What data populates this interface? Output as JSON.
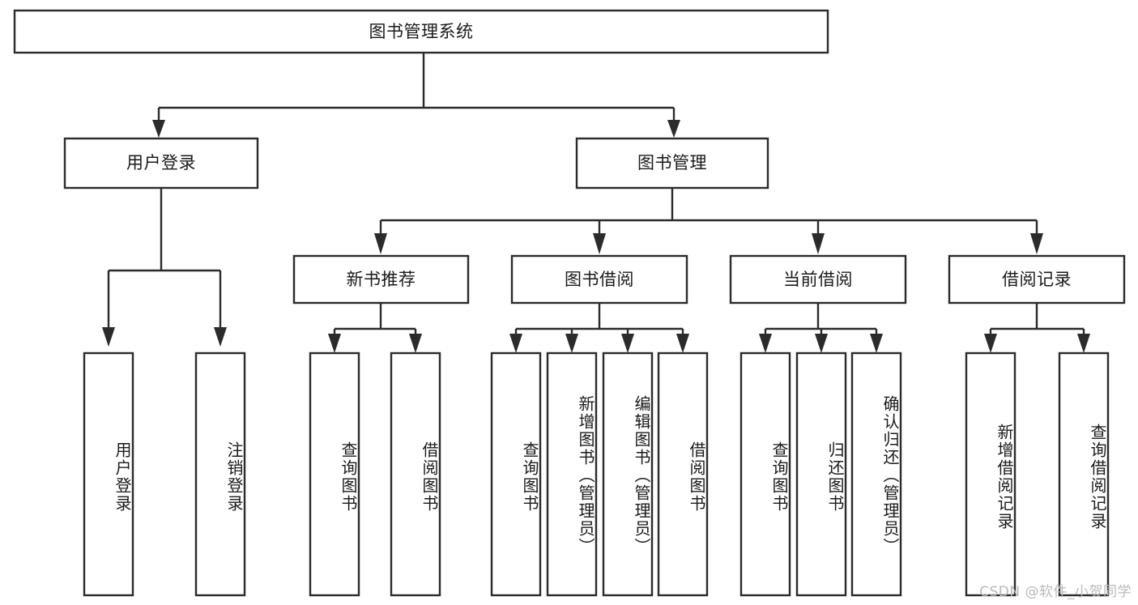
{
  "diagram": {
    "type": "tree-hierarchy-chart",
    "title": "图书管理系统",
    "background_color": "#ffffff",
    "line_color": "#2b2b2b",
    "box_fill": "#ffffff",
    "levels": {
      "root": {
        "label": "图书管理系统"
      },
      "level2": [
        {
          "id": "user-login",
          "label": "用户登录"
        },
        {
          "id": "book-management",
          "label": "图书管理"
        }
      ],
      "level3": [
        {
          "id": "new-book-recommend",
          "label": "新书推荐",
          "parent": "book-management"
        },
        {
          "id": "book-borrow",
          "label": "图书借阅",
          "parent": "book-management"
        },
        {
          "id": "current-borrow",
          "label": "当前借阅",
          "parent": "book-management"
        },
        {
          "id": "borrow-record",
          "label": "借阅记录",
          "parent": "book-management"
        }
      ],
      "leaves": [
        {
          "id": "leaf-user-login",
          "label": "用户登录",
          "parent": "user-login"
        },
        {
          "id": "leaf-logout-login",
          "label": "注销登录",
          "parent": "user-login"
        },
        {
          "id": "leaf-query-book-1",
          "label": "查询图书",
          "parent": "new-book-recommend"
        },
        {
          "id": "leaf-borrow-book-1",
          "label": "借阅图书",
          "parent": "new-book-recommend"
        },
        {
          "id": "leaf-query-book-2",
          "label": "查询图书",
          "parent": "book-borrow"
        },
        {
          "id": "leaf-add-book",
          "label": "新增图书（管理员）",
          "parent": "book-borrow"
        },
        {
          "id": "leaf-edit-book",
          "label": "编辑图书（管理员）",
          "parent": "book-borrow"
        },
        {
          "id": "leaf-borrow-book-2",
          "label": "借阅图书",
          "parent": "book-borrow"
        },
        {
          "id": "leaf-query-book-3",
          "label": "查询图书",
          "parent": "current-borrow"
        },
        {
          "id": "leaf-return-book",
          "label": "归还图书",
          "parent": "current-borrow"
        },
        {
          "id": "leaf-confirm-return",
          "label": "确认归还（管理员）",
          "parent": "current-borrow"
        },
        {
          "id": "leaf-add-record",
          "label": "新增借阅记录",
          "parent": "borrow-record"
        },
        {
          "id": "leaf-query-record",
          "label": "查询借阅记录",
          "parent": "borrow-record"
        }
      ]
    }
  },
  "watermark": {
    "text": "CSDN @软件_小贺同学"
  }
}
